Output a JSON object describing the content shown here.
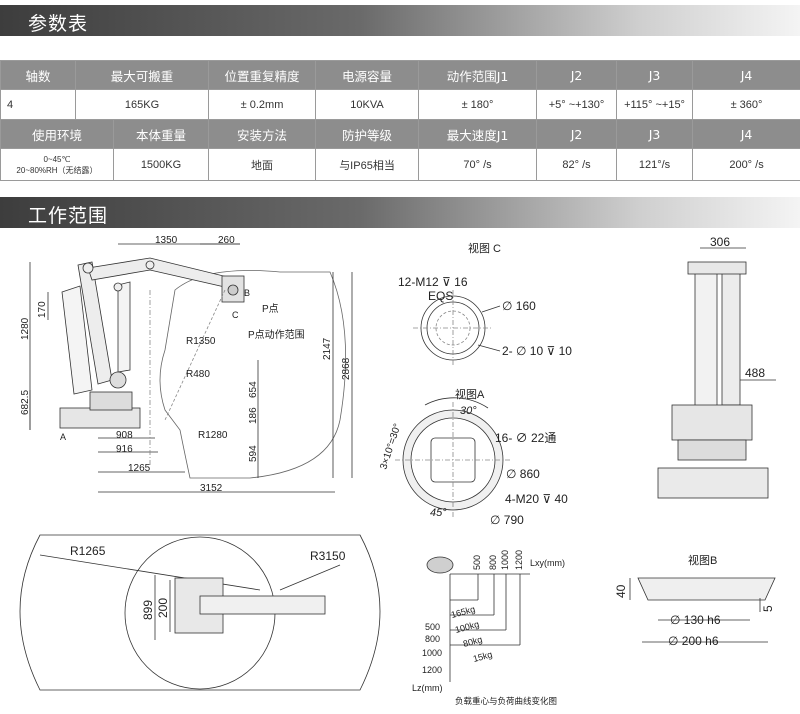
{
  "sections": {
    "params_title": "参数表",
    "range_title": "工作范围"
  },
  "table": {
    "row1_headers": [
      "轴数",
      "最大可搬重",
      "位置重复精度",
      "电源容量",
      "动作范围J1",
      "J2",
      "J3",
      "J4"
    ],
    "row1_values": [
      "4",
      "165KG",
      "± 0.2mm",
      "10KVA",
      "± 180°",
      "+5° ~+130°",
      "+115° ~+15°",
      "± 360°"
    ],
    "row2_headers": [
      "使用环境",
      "本体重量",
      "安装方法",
      "防护等级",
      "最大速度J1",
      "J2",
      "J3",
      "J4"
    ],
    "env_line1": "0~45℃",
    "env_line2": "20~80%RH（无结露）",
    "row2_values": [
      "1500KG",
      "地面",
      "与IP65相当",
      "70° /s",
      "82° /s",
      "121°/s",
      "200° /s"
    ]
  },
  "side_view": {
    "dims": [
      "1350",
      "260",
      "170",
      "1280",
      "682.5",
      "908",
      "916",
      "1265",
      "3152",
      "2147",
      "2868",
      "654",
      "186",
      "594"
    ],
    "radii": [
      "R1350",
      "R480",
      "R1280"
    ],
    "labels": {
      "b": "B",
      "c": "C",
      "a": "A",
      "p": "P点",
      "p_range": "P点动作范围"
    }
  },
  "view_c": {
    "title": "视图 C",
    "m12": "12-M12 ⊽ 16",
    "eqs": "EQS",
    "d160": "∅ 160",
    "d10": "2- ∅ 10 ⊽ 10"
  },
  "view_a": {
    "title": "视图A",
    "angle30": "30°",
    "angle_rep": "3×10°=30°",
    "holes22": "16- ∅ 22通",
    "d860": "∅ 860",
    "m20": "4-M20 ⊽ 40",
    "angle45": "45°",
    "d790": "∅ 790"
  },
  "front_view": {
    "w306": "306",
    "w488": "488"
  },
  "top_view": {
    "r1265": "R1265",
    "r3150": "R3150",
    "d899": "899",
    "d200": "200"
  },
  "load_chart": {
    "x_ticks": [
      "500",
      "800",
      "1000",
      "1200"
    ],
    "x_label": "Lxy(mm)",
    "y_ticks": [
      "500",
      "800",
      "1000",
      "1200"
    ],
    "y_label": "Lz(mm)",
    "curves": [
      "165kg",
      "100kg",
      "80kg",
      "15kg"
    ],
    "caption": "负载重心与负荷曲线变化图"
  },
  "view_b": {
    "title": "视图B",
    "h40": "40",
    "h5": "5",
    "d130": "∅ 130 h6",
    "d200": "∅ 200 h6"
  }
}
